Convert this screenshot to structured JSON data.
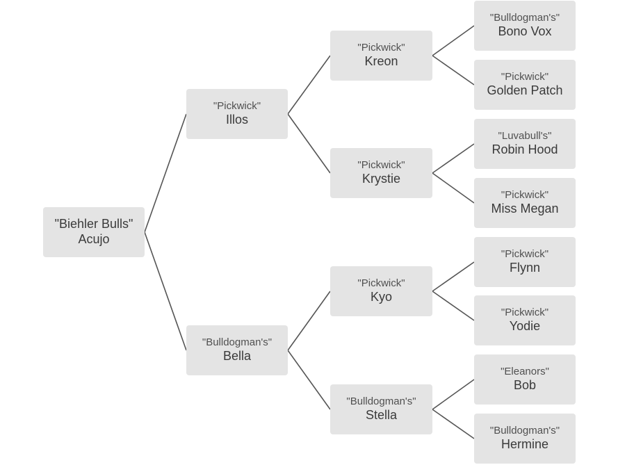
{
  "pedigree": {
    "root": {
      "kennel": "\"Biehler Bulls\"",
      "name": "Acujo"
    },
    "sire": {
      "kennel": "\"Pickwick\"",
      "name": "Illos"
    },
    "dam": {
      "kennel": "\"Bulldogman's\"",
      "name": "Bella"
    },
    "sire_sire": {
      "kennel": "\"Pickwick\"",
      "name": "Kreon"
    },
    "sire_dam": {
      "kennel": "\"Pickwick\"",
      "name": "Krystie"
    },
    "dam_sire": {
      "kennel": "\"Pickwick\"",
      "name": "Kyo"
    },
    "dam_dam": {
      "kennel": "\"Bulldogman's\"",
      "name": "Stella"
    },
    "ss_sire": {
      "kennel": "\"Bulldogman's\"",
      "name": "Bono Vox"
    },
    "ss_dam": {
      "kennel": "\"Pickwick\"",
      "name": "Golden Patch"
    },
    "sd_sire": {
      "kennel": "\"Luvabull's\"",
      "name": "Robin Hood"
    },
    "sd_dam": {
      "kennel": "\"Pickwick\"",
      "name": "Miss Megan"
    },
    "ds_sire": {
      "kennel": "\"Pickwick\"",
      "name": "Flynn"
    },
    "ds_dam": {
      "kennel": "\"Pickwick\"",
      "name": "Yodie"
    },
    "dd_sire": {
      "kennel": "\"Eleanors\"",
      "name": "Bob"
    },
    "dd_dam": {
      "kennel": "\"Bulldogman's\"",
      "name": "Hermine"
    }
  },
  "colors": {
    "box": "#e4e4e4",
    "line": "#555555",
    "text": "#3a3a3a"
  }
}
